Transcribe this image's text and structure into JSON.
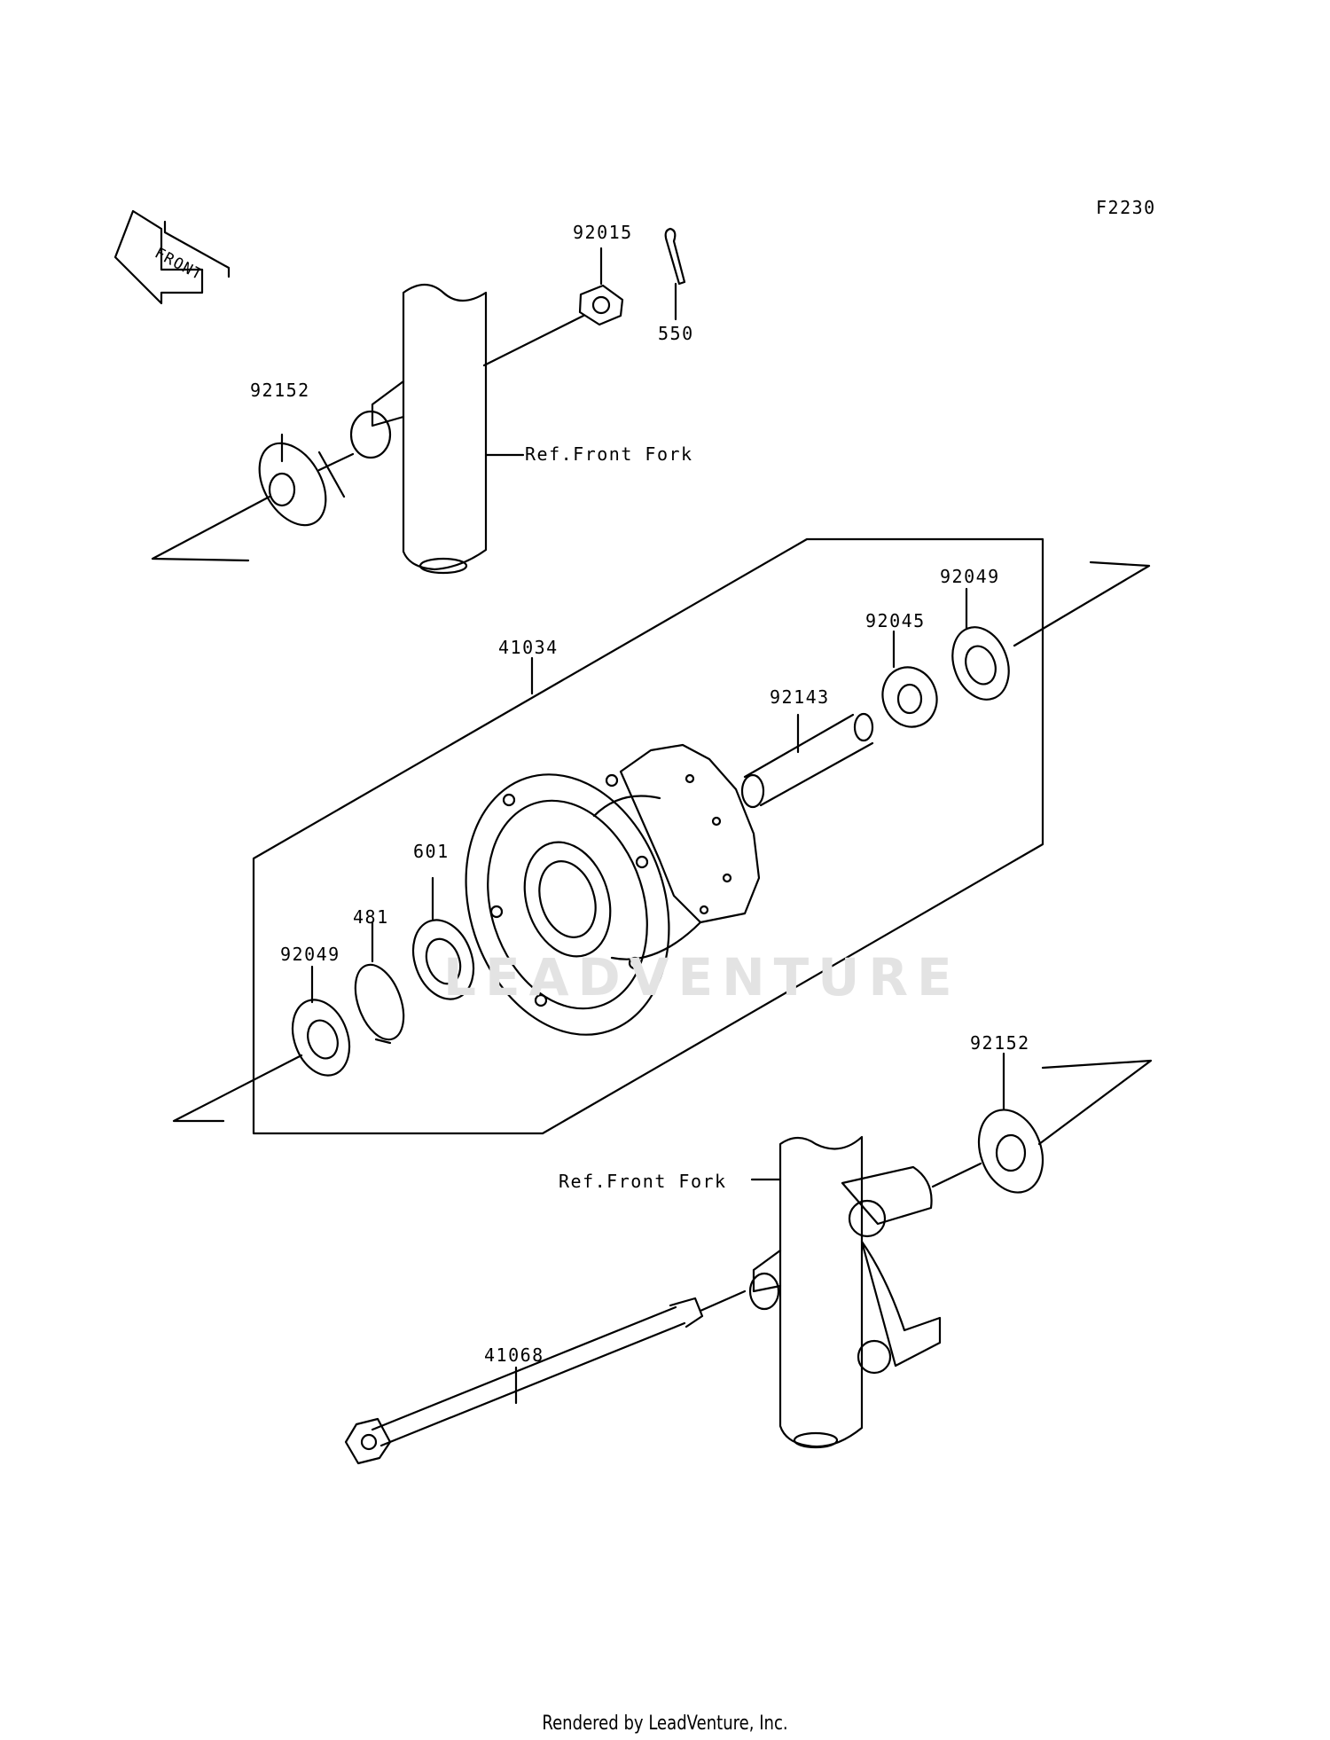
{
  "diagram_id": "F2230",
  "front_arrow_label": "FRONT",
  "watermark": "LEADVENTURE",
  "footer": "Rendered by LeadVenture, Inc.",
  "parts": {
    "nut_92015": "92015",
    "cotter_pin_550": "550",
    "collar_92152_left": "92152",
    "ref_front_fork_upper": "Ref.Front Fork",
    "hub_41034": "41034",
    "seal_92049_right": "92049",
    "bearing_92045": "92045",
    "spacer_92143": "92143",
    "bearing_601": "601",
    "circlip_481": "481",
    "seal_92049_left": "92049",
    "collar_92152_right": "92152",
    "ref_front_fork_lower": "Ref.Front Fork",
    "axle_41068": "41068"
  },
  "colors": {
    "line": "#000000",
    "background": "#ffffff",
    "watermark": "#e3e3e3"
  }
}
